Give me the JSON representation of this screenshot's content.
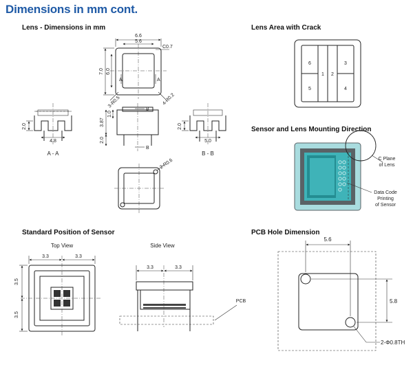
{
  "title": "Dimensions in mm cont.",
  "sections": {
    "lens_dimensions": "Lens - Dimensions in mm",
    "lens_crack": "Lens Area with Crack",
    "mounting": "Sensor and Lens Mounting Direction",
    "standard_position": "Standard Position of Sensor",
    "pcb_hole": "PCB Hole Dimension"
  },
  "lens_dims": {
    "d_6_6": "6.6",
    "d_5_6": "5.6",
    "d_7_0": "7.0",
    "d_6_0": "6.0",
    "chamfer": "C0.7",
    "r_0_5": "3-R0.5",
    "r_0_2": "4-R0.2",
    "sec_a": "A",
    "sec_b": "B",
    "d_2_0_left": "2.0",
    "d_4_8": "4.8",
    "label_aa": "A - A",
    "d_1_0": "1.0",
    "d_3_87": "3.87",
    "d_2_0_mid": "2.0",
    "d_2_0_right": "2.0",
    "d_5_0": "5.0",
    "label_bb": "B - B",
    "r_0_6": "2-R0.6"
  },
  "crack": {
    "q1": "1",
    "q2": "2",
    "q3": "3",
    "q4": "4",
    "q5": "5",
    "q6": "6"
  },
  "mounting_labels": {
    "c_plane": [
      "C Plane",
      "of Lens"
    ],
    "data_code": [
      "Data Code",
      "Printing",
      "of Sensor"
    ]
  },
  "standard": {
    "top_view": "Top View",
    "side_view": "Side View",
    "d_3_3_a": "3.3",
    "d_3_3_b": "3.3",
    "d_3_5_a": "3.5",
    "d_3_5_b": "3.5",
    "d_3_3_c": "3.3",
    "d_3_3_d": "3.3",
    "pcb": "PCB"
  },
  "pcb_hole": {
    "d_5_6": "5.6",
    "d_5_8": "5.8",
    "holes": "2-Φ0.8TH"
  },
  "colors": {
    "title": "#1f5aa6",
    "sensor_teal": "#3fb3b8",
    "sensor_light": "#a9dcdf",
    "sensor_dark": "#0e6e72",
    "sensor_frame": "#5a6266"
  }
}
